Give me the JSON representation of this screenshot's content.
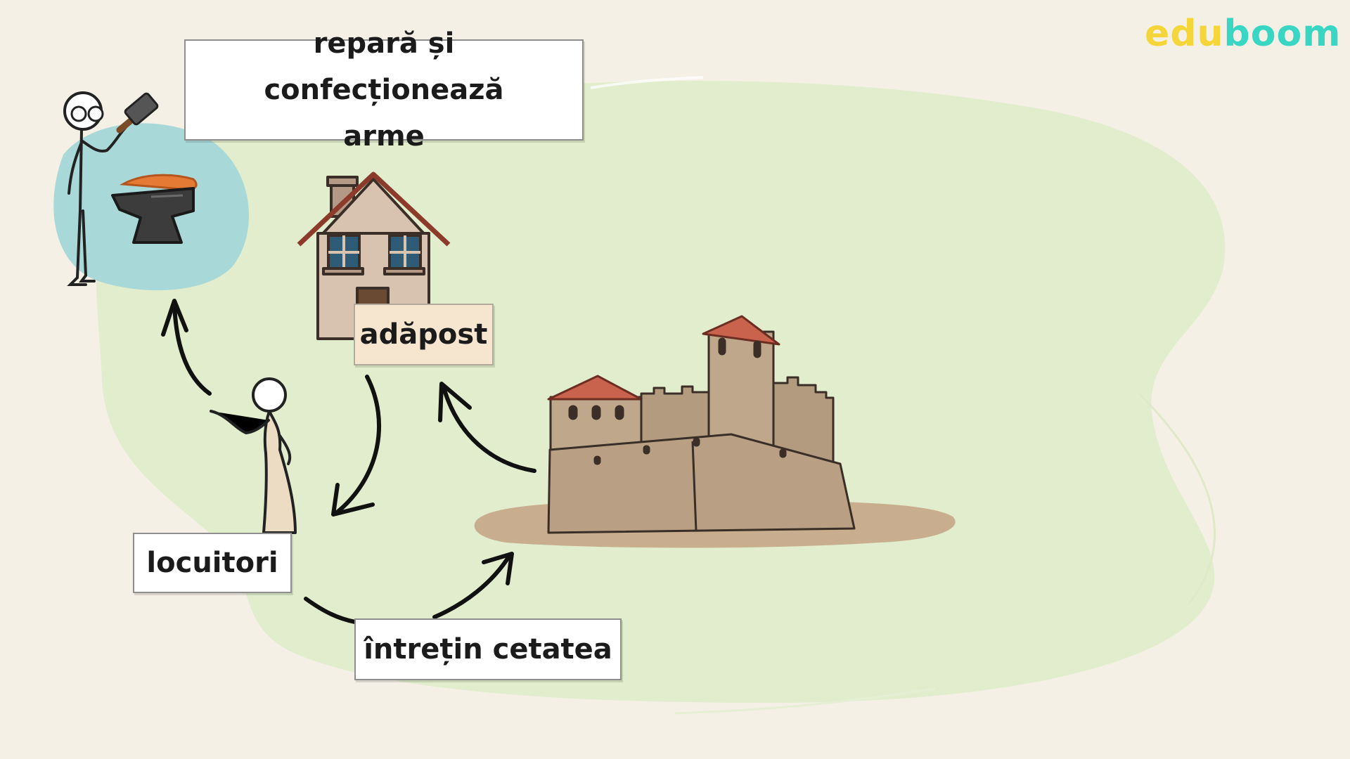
{
  "logo": {
    "part1": "edu",
    "part2": "boom",
    "colors": {
      "part1": "#f5d63a",
      "part2": "#39d6c4"
    }
  },
  "labels": {
    "weapons": {
      "line1": "repară și confecționează",
      "line2": "arme"
    },
    "shelter": "adăpost",
    "inhabitants": "locuitori",
    "maintain": "întrețin cetatea"
  },
  "colors": {
    "background": "#f4f0e6",
    "green_blob": "#e1edcc",
    "blue_blob": "#a9d8d8",
    "castle_stone": "#bfa78c",
    "roof": "#c9634e"
  },
  "icons": [
    "blacksmith-figure",
    "anvil-icon",
    "house-icon",
    "woman-figure",
    "castle-icon"
  ]
}
